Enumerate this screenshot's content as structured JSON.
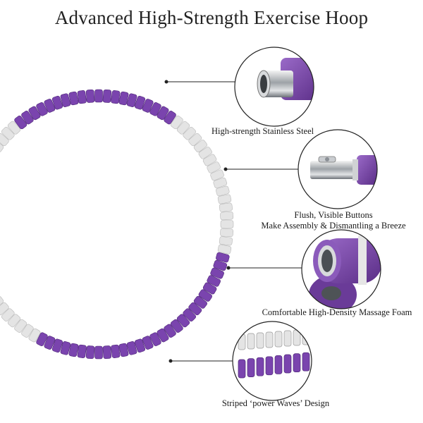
{
  "title": "Advanced High-Strength Exercise Hoop",
  "colors": {
    "purple": "#7a44ae",
    "purple_dark": "#5a2d86",
    "white_segment": "#e4e4e4",
    "steel": "#b8bcc0",
    "callout_line": "#222222"
  },
  "features": [
    {
      "caption": [
        "High-strength Stainless Steel"
      ],
      "icon": "steel-tube-closeup"
    },
    {
      "caption": [
        "Flush, Visible Buttons",
        "Make Assembly & Dismantling a Breeze"
      ],
      "icon": "push-button-closeup"
    },
    {
      "caption": [
        "Comfortable High-Density Massage Foam"
      ],
      "icon": "foam-closeup"
    },
    {
      "caption": [
        "Striped ‘power Waves’ Design"
      ],
      "icon": "striped-waves-closeup"
    }
  ]
}
